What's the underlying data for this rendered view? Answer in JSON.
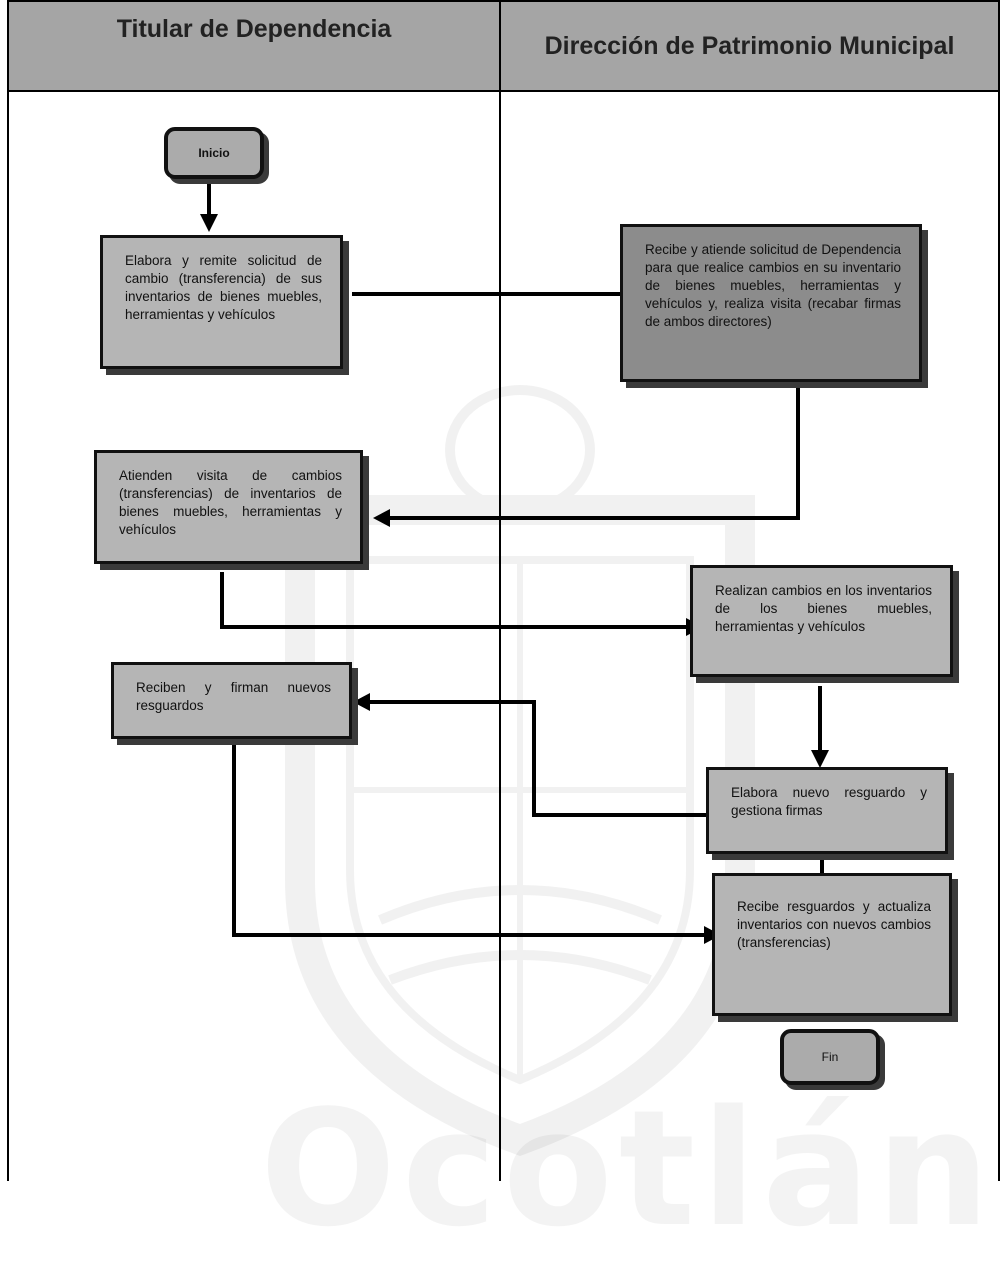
{
  "lanes": [
    {
      "title": "Titular de Dependencia"
    },
    {
      "title": "Dirección de Patrimonio Municipal"
    }
  ],
  "nodes": {
    "inicio": "Inicio",
    "elabora_solicitud": "Elabora y remite solicitud de cambio (transferencia) de sus inventarios de bienes muebles, herramientas y vehículos",
    "recibe_solicitud": "Recibe y atiende solicitud de Dependencia para que realice cambios en su inventario de bienes muebles, herramientas y vehículos y, realiza visita (recabar firmas de ambos directores)",
    "atienden_visita": "Atienden visita de cambios (transferencias) de inventarios de bienes muebles, herramientas y vehículos",
    "realizan_cambios": "Realizan cambios en los inventarios de los bienes muebles, herramientas y vehículos",
    "reciben_firman": "Reciben y firman nuevos resguardos",
    "elabora_resguardo": "Elabora nuevo resguardo y gestiona firmas",
    "recibe_resguardos": "Recibe resguardos y actualiza inventarios con nuevos cambios (transferencias)",
    "fin": "Fin"
  },
  "watermark": "Ocotlán"
}
